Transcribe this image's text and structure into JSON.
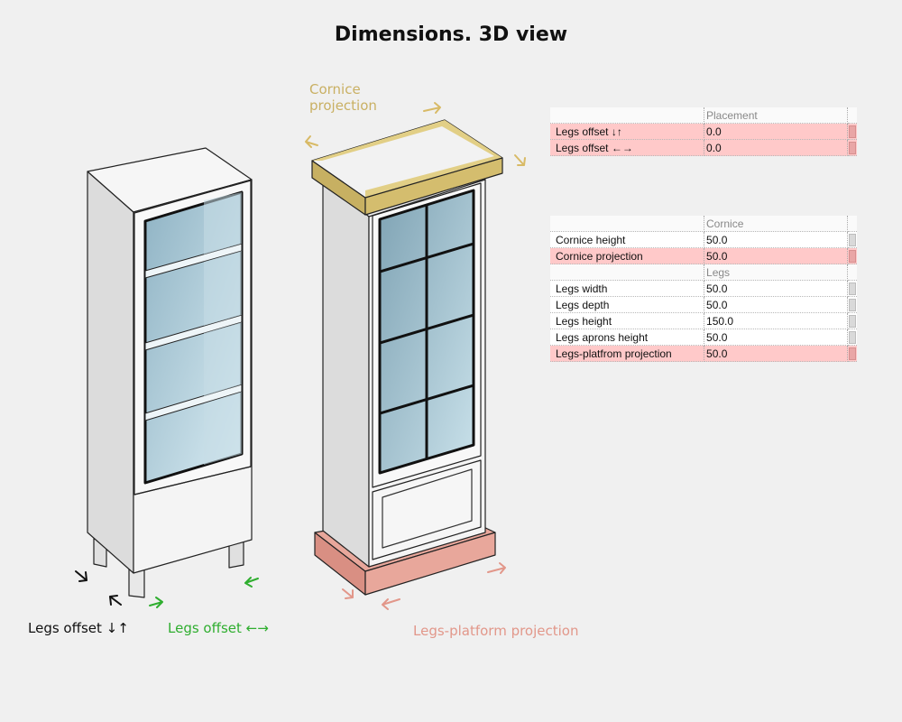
{
  "title": "Dimensions. 3D view",
  "labels": {
    "cornice_projection_line1": "Cornice",
    "cornice_projection_line2": "projection",
    "legs_offset_vertical": "Legs offset ↓↑",
    "legs_offset_horizontal": "Legs offset ←→",
    "legs_platform_projection": "Legs-platform projection"
  },
  "colors": {
    "cornice": "#c9b063",
    "legs_offset_vertical": "#111111",
    "legs_offset_horizontal": "#2fae2f",
    "platform": "#e2978a",
    "highlight_row": "#ffc9c9"
  },
  "placement_table": {
    "category": "Placement",
    "rows": [
      {
        "name": "Legs offset ↓↑",
        "value": "0.0"
      },
      {
        "name": "Legs offset ←→",
        "value": "0.0"
      }
    ]
  },
  "cornice_legs_table": {
    "cornice_category": "Cornice",
    "cornice_rows": [
      {
        "name": "Cornice height",
        "value": "50.0"
      },
      {
        "name": "Cornice projection",
        "value": "50.0"
      }
    ],
    "legs_category": "Legs",
    "legs_rows": [
      {
        "name": "Legs width",
        "value": "50.0"
      },
      {
        "name": "Legs depth",
        "value": "50.0"
      },
      {
        "name": "Legs height",
        "value": "150.0"
      },
      {
        "name": "Legs aprons height",
        "value": "50.0"
      },
      {
        "name": "Legs-platfrom projection",
        "value": "50.0"
      }
    ]
  }
}
